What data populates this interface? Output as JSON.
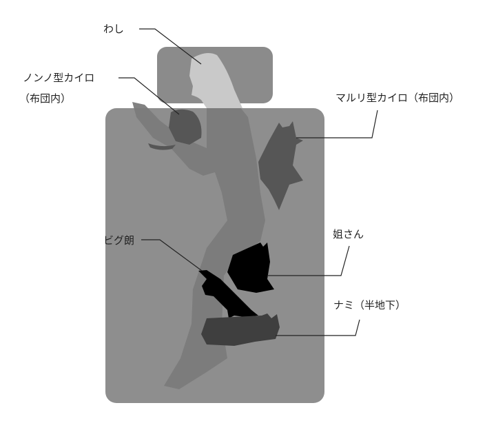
{
  "labels": {
    "me": "わし",
    "nonno_line1": "ノンノ型カイロ",
    "nonno_line2": "（布団内）",
    "maruri": "マルリ型カイロ（布団内）",
    "bigro": "ビグ朗",
    "anesan": "姐さん",
    "nami": "ナミ（半地下）"
  },
  "colors": {
    "pillow": "#8b8b8b",
    "futon": "#8e8e8e",
    "person_body": "#7b7b7b",
    "person_head": "#c9c9c9",
    "cat_gray": "#565656",
    "cat_black": "#000000",
    "cat_nami": "#3f3f3f"
  }
}
